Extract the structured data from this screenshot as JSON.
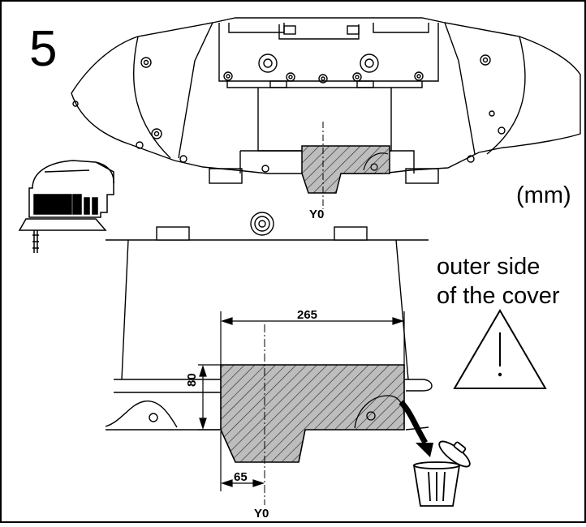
{
  "step_number": "5",
  "unit": "(mm)",
  "warning": {
    "line1": "outer side",
    "line2": "of the cover"
  },
  "axis_labels": {
    "top": "Y0",
    "bottom": "Y0"
  },
  "dimensions": {
    "width": "265",
    "height": "80",
    "offset": "65"
  },
  "icons": [
    "jigsaw-icon",
    "warning-triangle-icon",
    "trash-bin-icon",
    "discard-arrow-icon"
  ],
  "colors": {
    "line": "#000000",
    "cut_area_fill": "#bdbdbd",
    "background": "#ffffff"
  }
}
